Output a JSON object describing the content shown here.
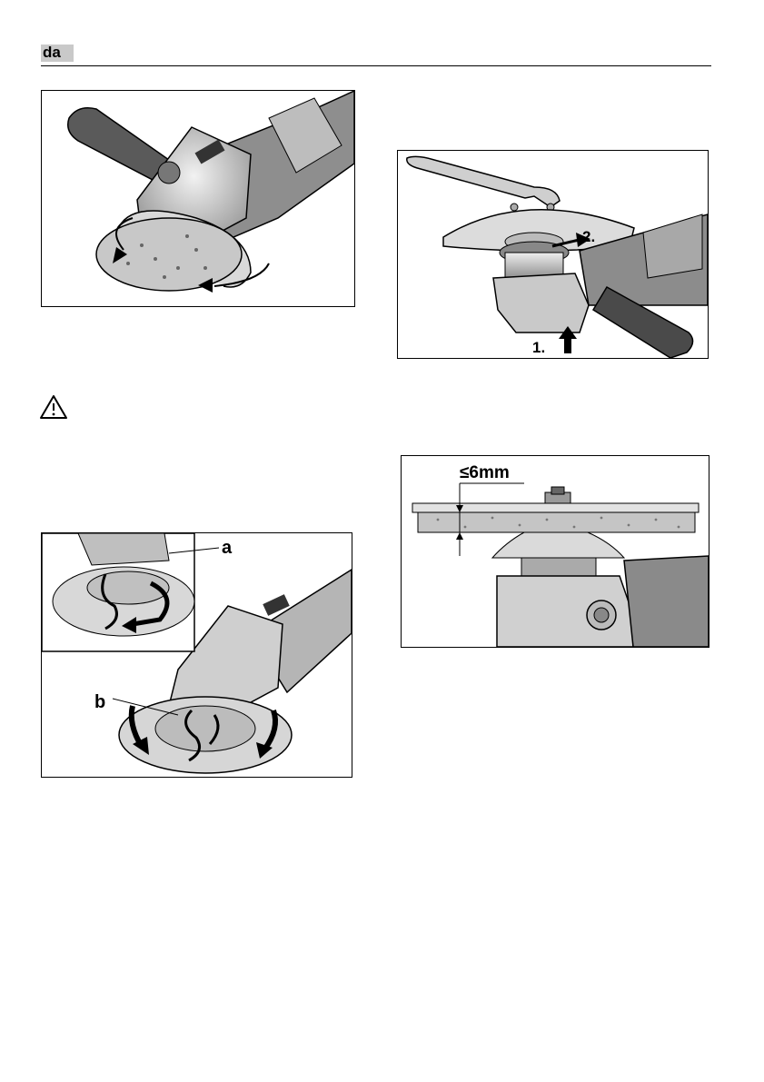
{
  "header": {
    "language_code": "da"
  },
  "figures": {
    "fig4": {
      "label_a": "a",
      "label_b": "b"
    },
    "fig2": {
      "step1": "1.",
      "step2": "2."
    },
    "fig3": {
      "dimension": "≤6mm"
    }
  },
  "icons": {
    "warning": "warning-triangle-icon"
  }
}
